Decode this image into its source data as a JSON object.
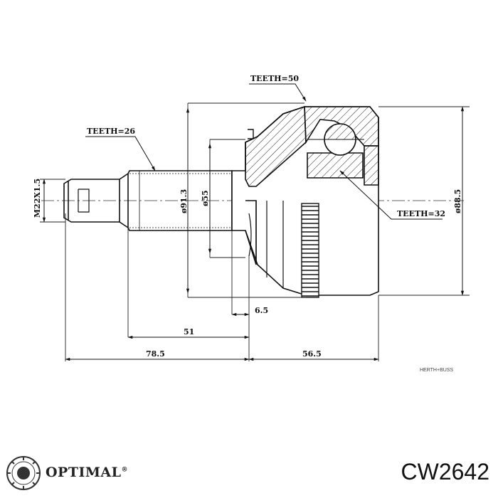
{
  "labels": {
    "teeth_50": "TEETH=50",
    "teeth_26": "TEETH=26",
    "teeth_32": "TEETH=32",
    "thread": "M22X1.5",
    "dia_913": "ø91.3",
    "dia_55": "ø55",
    "dia_885": "ø88.5"
  },
  "dimensions": {
    "d_65": "6.5",
    "d_51": "51",
    "d_785": "78.5",
    "d_565": "56.5"
  },
  "watermark": "HERTH+BUSS",
  "brand": {
    "name": "OPTIMAL",
    "mark": "®"
  },
  "part_code": "CW2642"
}
